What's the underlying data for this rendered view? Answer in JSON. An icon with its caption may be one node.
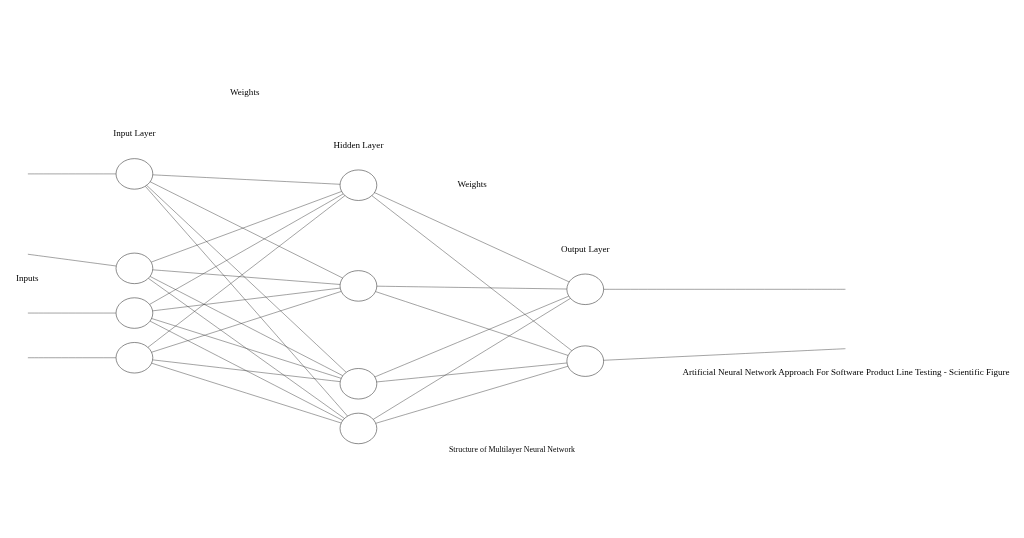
{
  "diagram": {
    "caption": "Structure of Multilayer Neural Network",
    "nodes": [
      {
        "text": [],
        "shape": "circle"
      },
      {
        "text": [],
        "shape": "circle"
      },
      {
        "text": [],
        "shape": "circle"
      },
      {
        "text": [],
        "shape": "circle"
      },
      {
        "text": [],
        "shape": "circle"
      },
      {
        "text": [],
        "shape": "circle"
      },
      {
        "text": [],
        "shape": "circle"
      },
      {
        "text": [],
        "shape": "circle"
      },
      {
        "text": [],
        "shape": "circle"
      },
      {
        "text": [],
        "shape": "circle"
      }
    ],
    "edges": [
      {
        "from": null,
        "to": 0,
        "arrow": "none"
      },
      {
        "from": null,
        "to": 1,
        "arrow": "none"
      },
      {
        "from": null,
        "to": 2,
        "arrow": "none"
      },
      {
        "from": null,
        "to": 3,
        "arrow": "none"
      },
      {
        "from": 0,
        "to": 4,
        "arrow": "none"
      },
      {
        "from": 0,
        "to": 5,
        "arrow": "none"
      },
      {
        "from": 0,
        "to": 6,
        "arrow": "none"
      },
      {
        "from": 0,
        "to": 7,
        "arrow": "none"
      },
      {
        "from": 1,
        "to": 4,
        "arrow": "none"
      },
      {
        "from": 1,
        "to": 5,
        "arrow": "none"
      },
      {
        "from": 1,
        "to": 6,
        "arrow": "none"
      },
      {
        "from": 1,
        "to": 7,
        "arrow": "none"
      },
      {
        "from": 2,
        "to": 4,
        "arrow": "none"
      },
      {
        "from": 2,
        "to": 5,
        "arrow": "none"
      },
      {
        "from": 2,
        "to": 6,
        "arrow": "none"
      },
      {
        "from": 2,
        "to": 7,
        "arrow": "none"
      },
      {
        "from": 3,
        "to": 4,
        "arrow": "none"
      },
      {
        "from": 3,
        "to": 5,
        "arrow": "none"
      },
      {
        "from": 3,
        "to": 6,
        "arrow": "none"
      },
      {
        "from": 3,
        "to": 7,
        "arrow": "none"
      },
      {
        "from": 4,
        "to": 8,
        "arrow": "none"
      },
      {
        "from": 4,
        "to": 9,
        "arrow": "none"
      },
      {
        "from": 5,
        "to": 8,
        "arrow": "none"
      },
      {
        "from": 5,
        "to": 9,
        "arrow": "none"
      },
      {
        "from": 6,
        "to": 8,
        "arrow": "none"
      },
      {
        "from": 6,
        "to": 9,
        "arrow": "none"
      },
      {
        "from": 7,
        "to": 8,
        "arrow": "none"
      },
      {
        "from": 7,
        "to": 9,
        "arrow": "none"
      },
      {
        "from": 8,
        "to": null,
        "arrow": "none"
      },
      {
        "from": 9,
        "to": null,
        "arrow": "none"
      }
    ],
    "labels": [
      "Input Layer",
      "Hidden Layer",
      "Weights",
      "Weights",
      "Output Layer",
      "Inputs",
      "Artificial Neural Network Approach For Software Product Line Testing - Scientific Figure"
    ]
  }
}
